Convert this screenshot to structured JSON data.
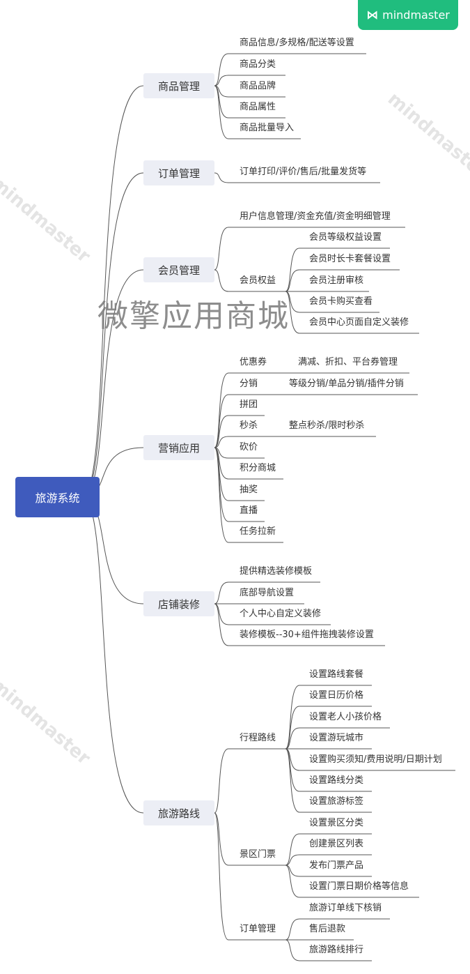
{
  "brand": {
    "name": "mindmaster",
    "color": "#20bd7e"
  },
  "watermark": {
    "text": "微擎应用商城",
    "diagonal": "mindmaster"
  },
  "colors": {
    "root": "#3f5bbd",
    "branch_bg": "#eceef5",
    "line": "#555555"
  },
  "root": "旅游系统",
  "branches": [
    {
      "label": "商品管理",
      "children": [
        {
          "label": "商品信息/多规格/配送等设置"
        },
        {
          "label": "商品分类"
        },
        {
          "label": "商品品牌"
        },
        {
          "label": "商品属性"
        },
        {
          "label": "商品批量导入"
        }
      ]
    },
    {
      "label": "订单管理",
      "children": [
        {
          "label": "订单打印/评价/售后/批量发货等"
        }
      ]
    },
    {
      "label": "会员管理",
      "children": [
        {
          "label": "用户信息管理/资金充值/资金明细管理"
        },
        {
          "label": "会员权益",
          "children": [
            {
              "label": "会员等级权益设置"
            },
            {
              "label": "会员时长卡套餐设置"
            },
            {
              "label": "会员注册审核"
            },
            {
              "label": "会员卡购买查看"
            },
            {
              "label": "会员中心页面自定义装修"
            }
          ]
        }
      ]
    },
    {
      "label": "营销应用",
      "children": [
        {
          "label": "优惠券",
          "detail": "满减、折扣、平台券管理"
        },
        {
          "label": "分销",
          "detail": "等级分销/单品分销/插件分销"
        },
        {
          "label": "拼团"
        },
        {
          "label": "秒杀",
          "detail": "整点秒杀/限时秒杀"
        },
        {
          "label": "砍价"
        },
        {
          "label": "积分商城"
        },
        {
          "label": "抽奖"
        },
        {
          "label": "直播"
        },
        {
          "label": "任务拉新"
        }
      ]
    },
    {
      "label": "店铺装修",
      "children": [
        {
          "label": "提供精选装修模板"
        },
        {
          "label": "底部导航设置"
        },
        {
          "label": "个人中心自定义装修"
        },
        {
          "label": "装修模板--30+组件拖拽装修设置"
        }
      ]
    },
    {
      "label": "旅游路线",
      "children": [
        {
          "label": "行程路线",
          "children": [
            {
              "label": "设置路线套餐"
            },
            {
              "label": "设置日历价格"
            },
            {
              "label": "设置老人小孩价格"
            },
            {
              "label": "设置游玩城市"
            },
            {
              "label": "设置购买须知/费用说明/日期计划"
            },
            {
              "label": "设置路线分类"
            },
            {
              "label": "设置旅游标签"
            }
          ]
        },
        {
          "label": "景区门票",
          "children": [
            {
              "label": "设置景区分类"
            },
            {
              "label": "创建景区列表"
            },
            {
              "label": "发布门票产品"
            },
            {
              "label": "设置门票日期价格等信息"
            }
          ]
        },
        {
          "label": "订单管理",
          "children": [
            {
              "label": "旅游订单线下核销"
            },
            {
              "label": "售后退款"
            },
            {
              "label": "旅游路线排行"
            }
          ]
        }
      ]
    }
  ]
}
